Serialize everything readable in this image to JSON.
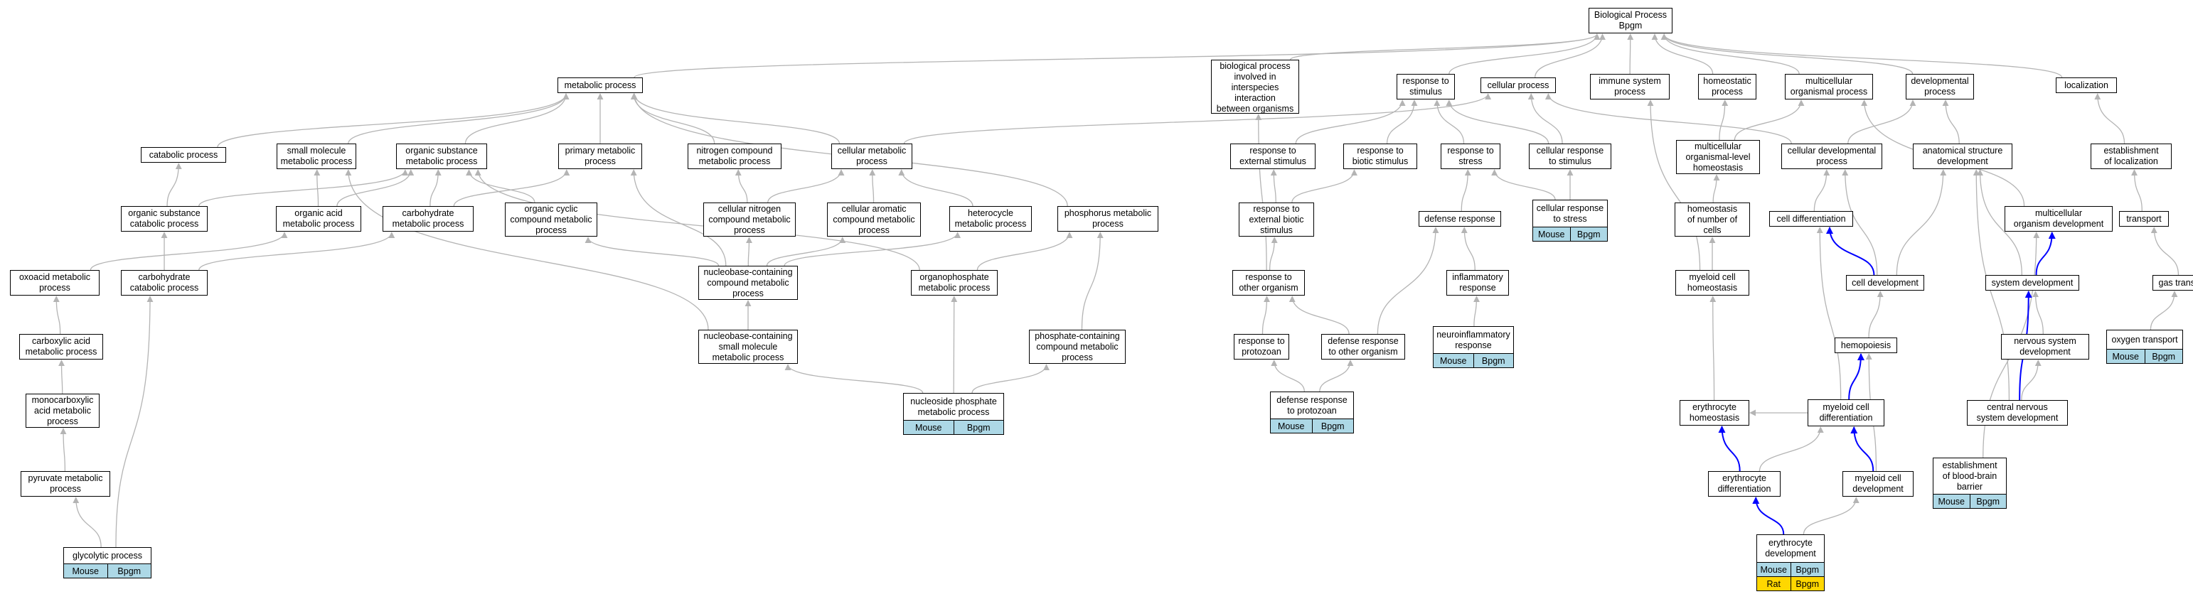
{
  "colors": {
    "edge": "#b4b4b4",
    "edge_highlight": "#0000ff",
    "mouse_tag": "#add8e6",
    "rat_tag": "#ffd700",
    "node_border": "#000000"
  },
  "nodes": [
    {
      "id": "bp",
      "label": "Biological Process\nBpgm"
    },
    {
      "id": "meta",
      "label": "metabolic process"
    },
    {
      "id": "inter",
      "label": "biological process\ninvolved in\ninterspecies\ninteraction\nbetween organisms"
    },
    {
      "id": "resp_stim",
      "label": "response to\nstimulus"
    },
    {
      "id": "cell_proc",
      "label": "cellular process"
    },
    {
      "id": "immune",
      "label": "immune system\nprocess"
    },
    {
      "id": "homeo",
      "label": "homeostatic\nprocess"
    },
    {
      "id": "multi",
      "label": "multicellular\norganismal process"
    },
    {
      "id": "devel",
      "label": "developmental\nprocess"
    },
    {
      "id": "local",
      "label": "localization"
    },
    {
      "id": "catab",
      "label": "catabolic process"
    },
    {
      "id": "smallmol",
      "label": "small molecule\nmetabolic process"
    },
    {
      "id": "orgsub",
      "label": "organic substance\nmetabolic process"
    },
    {
      "id": "primary",
      "label": "primary metabolic\nprocess"
    },
    {
      "id": "nitro",
      "label": "nitrogen compound\nmetabolic process"
    },
    {
      "id": "cellmeta",
      "label": "cellular metabolic\nprocess"
    },
    {
      "id": "ext_stim",
      "label": "response to\nexternal stimulus"
    },
    {
      "id": "biot_stim",
      "label": "response to\nbiotic stimulus"
    },
    {
      "id": "stress",
      "label": "response to\nstress"
    },
    {
      "id": "cell_resp",
      "label": "cellular response\nto stimulus"
    },
    {
      "id": "mlh",
      "label": "multicellular\norganismal-level\nhomeostasis"
    },
    {
      "id": "celldevproc",
      "label": "cellular developmental\nprocess"
    },
    {
      "id": "anat",
      "label": "anatomical structure\ndevelopment"
    },
    {
      "id": "est_local",
      "label": "establishment\nof localization"
    },
    {
      "id": "orgsubcat",
      "label": "organic substance\ncatabolic process"
    },
    {
      "id": "orgacid",
      "label": "organic acid\nmetabolic process"
    },
    {
      "id": "carbo",
      "label": "carbohydrate\nmetabolic process"
    },
    {
      "id": "orgcyc",
      "label": "organic cyclic\ncompound metabolic\nprocess"
    },
    {
      "id": "cellnitro",
      "label": "cellular nitrogen\ncompound metabolic\nprocess"
    },
    {
      "id": "cellarom",
      "label": "cellular aromatic\ncompound metabolic\nprocess"
    },
    {
      "id": "hetero",
      "label": "heterocycle\nmetabolic process"
    },
    {
      "id": "phosph",
      "label": "phosphorus metabolic\nprocess"
    },
    {
      "id": "ext_biot",
      "label": "response to\nexternal biotic\nstimulus"
    },
    {
      "id": "defense",
      "label": "defense response"
    },
    {
      "id": "cell_stress",
      "label": "cellular response\nto stress",
      "tags": [
        [
          "Mouse",
          "Bpgm"
        ]
      ]
    },
    {
      "id": "hom_cells",
      "label": "homeostasis\nof number of\ncells"
    },
    {
      "id": "cell_diff",
      "label": "cell differentiation"
    },
    {
      "id": "multi_dev",
      "label": "multicellular\norganism development"
    },
    {
      "id": "transport",
      "label": "transport"
    },
    {
      "id": "oxoacid",
      "label": "oxoacid metabolic\nprocess"
    },
    {
      "id": "carbocat",
      "label": "carbohydrate\ncatabolic process"
    },
    {
      "id": "nucbase",
      "label": "nucleobase-containing\ncompound metabolic\nprocess"
    },
    {
      "id": "organoph",
      "label": "organophosphate\nmetabolic process"
    },
    {
      "id": "other_org",
      "label": "response to\nother organism"
    },
    {
      "id": "inflam",
      "label": "inflammatory\nresponse"
    },
    {
      "id": "myeloid_hom",
      "label": "myeloid cell\nhomeostasis"
    },
    {
      "id": "cell_dev",
      "label": "cell development"
    },
    {
      "id": "sys_dev",
      "label": "system development"
    },
    {
      "id": "gas",
      "label": "gas transport"
    },
    {
      "id": "carbox",
      "label": "carboxylic acid\nmetabolic process"
    },
    {
      "id": "nucsmall",
      "label": "nucleobase-containing\nsmall molecule\nmetabolic process"
    },
    {
      "id": "phosphcont",
      "label": "phosphate-containing\ncompound metabolic\nprocess"
    },
    {
      "id": "protozoan",
      "label": "response to\nprotozoan"
    },
    {
      "id": "def_other",
      "label": "defense response\nto other organism"
    },
    {
      "id": "neuroinf",
      "label": "neuroinflammatory\nresponse",
      "tags": [
        [
          "Mouse",
          "Bpgm"
        ]
      ]
    },
    {
      "id": "hemo",
      "label": "hemopoiesis"
    },
    {
      "id": "nerv",
      "label": "nervous system\ndevelopment"
    },
    {
      "id": "oxygen",
      "label": "oxygen transport",
      "tags": [
        [
          "Mouse",
          "Bpgm"
        ]
      ]
    },
    {
      "id": "monocarb",
      "label": "monocarboxylic\nacid metabolic\nprocess"
    },
    {
      "id": "nucphos",
      "label": "nucleoside phosphate\nmetabolic process",
      "tags": [
        [
          "Mouse",
          "Bpgm"
        ]
      ]
    },
    {
      "id": "def_proto",
      "label": "defense response\nto protozoan",
      "tags": [
        [
          "Mouse",
          "Bpgm"
        ]
      ]
    },
    {
      "id": "ery_hom",
      "label": "erythrocyte\nhomeostasis"
    },
    {
      "id": "myeloid_diff",
      "label": "myeloid cell\ndifferentiation"
    },
    {
      "id": "cns",
      "label": "central nervous\nsystem development"
    },
    {
      "id": "pyruv",
      "label": "pyruvate metabolic\nprocess"
    },
    {
      "id": "bbb",
      "label": "establishment\nof blood-brain\nbarrier",
      "tags": [
        [
          "Mouse",
          "Bpgm"
        ]
      ]
    },
    {
      "id": "ery_diff",
      "label": "erythrocyte\ndifferentiation"
    },
    {
      "id": "myeloid_dev",
      "label": "myeloid cell\ndevelopment"
    },
    {
      "id": "glyco",
      "label": "glycolytic process",
      "tags": [
        [
          "Mouse",
          "Bpgm"
        ]
      ]
    },
    {
      "id": "ery_dev",
      "label": "erythrocyte\ndevelopment",
      "tags": [
        [
          "Mouse",
          "Bpgm"
        ],
        [
          "Rat",
          "Bpgm"
        ]
      ]
    }
  ],
  "edges": [
    [
      "meta",
      "bp"
    ],
    [
      "inter",
      "bp"
    ],
    [
      "resp_stim",
      "bp"
    ],
    [
      "cell_proc",
      "bp"
    ],
    [
      "immune",
      "bp"
    ],
    [
      "homeo",
      "bp"
    ],
    [
      "multi",
      "bp"
    ],
    [
      "devel",
      "bp"
    ],
    [
      "local",
      "bp"
    ],
    [
      "catab",
      "meta"
    ],
    [
      "smallmol",
      "meta"
    ],
    [
      "orgsub",
      "meta"
    ],
    [
      "primary",
      "meta"
    ],
    [
      "nitro",
      "meta"
    ],
    [
      "cellmeta",
      "meta"
    ],
    [
      "cellmeta",
      "cell_proc"
    ],
    [
      "ext_stim",
      "resp_stim"
    ],
    [
      "biot_stim",
      "resp_stim"
    ],
    [
      "stress",
      "resp_stim"
    ],
    [
      "cell_resp",
      "resp_stim"
    ],
    [
      "cell_resp",
      "cell_proc"
    ],
    [
      "mlh",
      "homeo"
    ],
    [
      "mlh",
      "multi"
    ],
    [
      "celldevproc",
      "cell_proc"
    ],
    [
      "celldevproc",
      "devel"
    ],
    [
      "anat",
      "devel"
    ],
    [
      "multi_dev",
      "multi"
    ],
    [
      "est_local",
      "local"
    ],
    [
      "orgsubcat",
      "catab"
    ],
    [
      "orgsubcat",
      "orgsub"
    ],
    [
      "orgacid",
      "smallmol"
    ],
    [
      "orgacid",
      "orgsub"
    ],
    [
      "carbo",
      "orgsub"
    ],
    [
      "carbo",
      "primary"
    ],
    [
      "orgcyc",
      "orgsub"
    ],
    [
      "cellnitro",
      "nitro"
    ],
    [
      "cellnitro",
      "cellmeta"
    ],
    [
      "cellarom",
      "cellmeta"
    ],
    [
      "hetero",
      "cellmeta"
    ],
    [
      "phosph",
      "meta"
    ],
    [
      "ext_biot",
      "ext_stim"
    ],
    [
      "ext_biot",
      "biot_stim"
    ],
    [
      "defense",
      "stress"
    ],
    [
      "cell_stress",
      "stress"
    ],
    [
      "cell_stress",
      "cell_resp"
    ],
    [
      "hom_cells",
      "mlh"
    ],
    [
      "cell_diff",
      "celldevproc"
    ],
    [
      "transport",
      "est_local"
    ],
    [
      "oxoacid",
      "orgacid"
    ],
    [
      "carbocat",
      "carbo"
    ],
    [
      "carbocat",
      "orgsubcat"
    ],
    [
      "nucbase",
      "orgcyc"
    ],
    [
      "nucbase",
      "cellnitro"
    ],
    [
      "nucbase",
      "cellarom"
    ],
    [
      "nucbase",
      "hetero"
    ],
    [
      "nucbase",
      "primary"
    ],
    [
      "organoph",
      "phosph"
    ],
    [
      "organoph",
      "orgsub"
    ],
    [
      "other_org",
      "ext_biot"
    ],
    [
      "other_org",
      "inter"
    ],
    [
      "inflam",
      "defense"
    ],
    [
      "myeloid_hom",
      "hom_cells"
    ],
    [
      "myeloid_hom",
      "immune"
    ],
    [
      "cell_dev",
      "celldevproc"
    ],
    [
      "cell_dev",
      "anat"
    ],
    [
      "sys_dev",
      "anat"
    ],
    [
      "gas",
      "transport"
    ],
    [
      "carbox",
      "oxoacid"
    ],
    [
      "nucsmall",
      "nucbase"
    ],
    [
      "nucsmall",
      "smallmol"
    ],
    [
      "phosphcont",
      "phosph"
    ],
    [
      "protozoan",
      "other_org"
    ],
    [
      "def_other",
      "other_org"
    ],
    [
      "def_other",
      "defense"
    ],
    [
      "neuroinf",
      "inflam"
    ],
    [
      "hemo",
      "cell_dev"
    ],
    [
      "nerv",
      "sys_dev"
    ],
    [
      "oxygen",
      "gas"
    ],
    [
      "monocarb",
      "carbox"
    ],
    [
      "nucphos",
      "organoph"
    ],
    [
      "nucphos",
      "nucsmall"
    ],
    [
      "nucphos",
      "phosphcont"
    ],
    [
      "def_proto",
      "protozoan"
    ],
    [
      "def_proto",
      "def_other"
    ],
    [
      "ery_hom",
      "myeloid_hom"
    ],
    [
      "myeloid_diff",
      "cell_diff"
    ],
    [
      "myeloid_diff",
      "ery_hom"
    ],
    [
      "cns",
      "nerv"
    ],
    [
      "cns",
      "anat"
    ],
    [
      "pyruv",
      "monocarb"
    ],
    [
      "bbb",
      "multi_dev"
    ],
    [
      "ery_diff",
      "myeloid_diff"
    ],
    [
      "myeloid_dev",
      "hemo"
    ],
    [
      "glyco",
      "pyruv"
    ],
    [
      "glyco",
      "carbocat"
    ],
    [
      "ery_dev",
      "myeloid_dev"
    ]
  ],
  "highlight_edges": [
    [
      "cell_dev",
      "cell_diff"
    ],
    [
      "sys_dev",
      "multi_dev"
    ],
    [
      "myeloid_diff",
      "hemo"
    ],
    [
      "myeloid_dev",
      "myeloid_diff"
    ],
    [
      "cns",
      "sys_dev"
    ],
    [
      "ery_diff",
      "ery_hom"
    ],
    [
      "ery_dev",
      "ery_diff"
    ]
  ]
}
